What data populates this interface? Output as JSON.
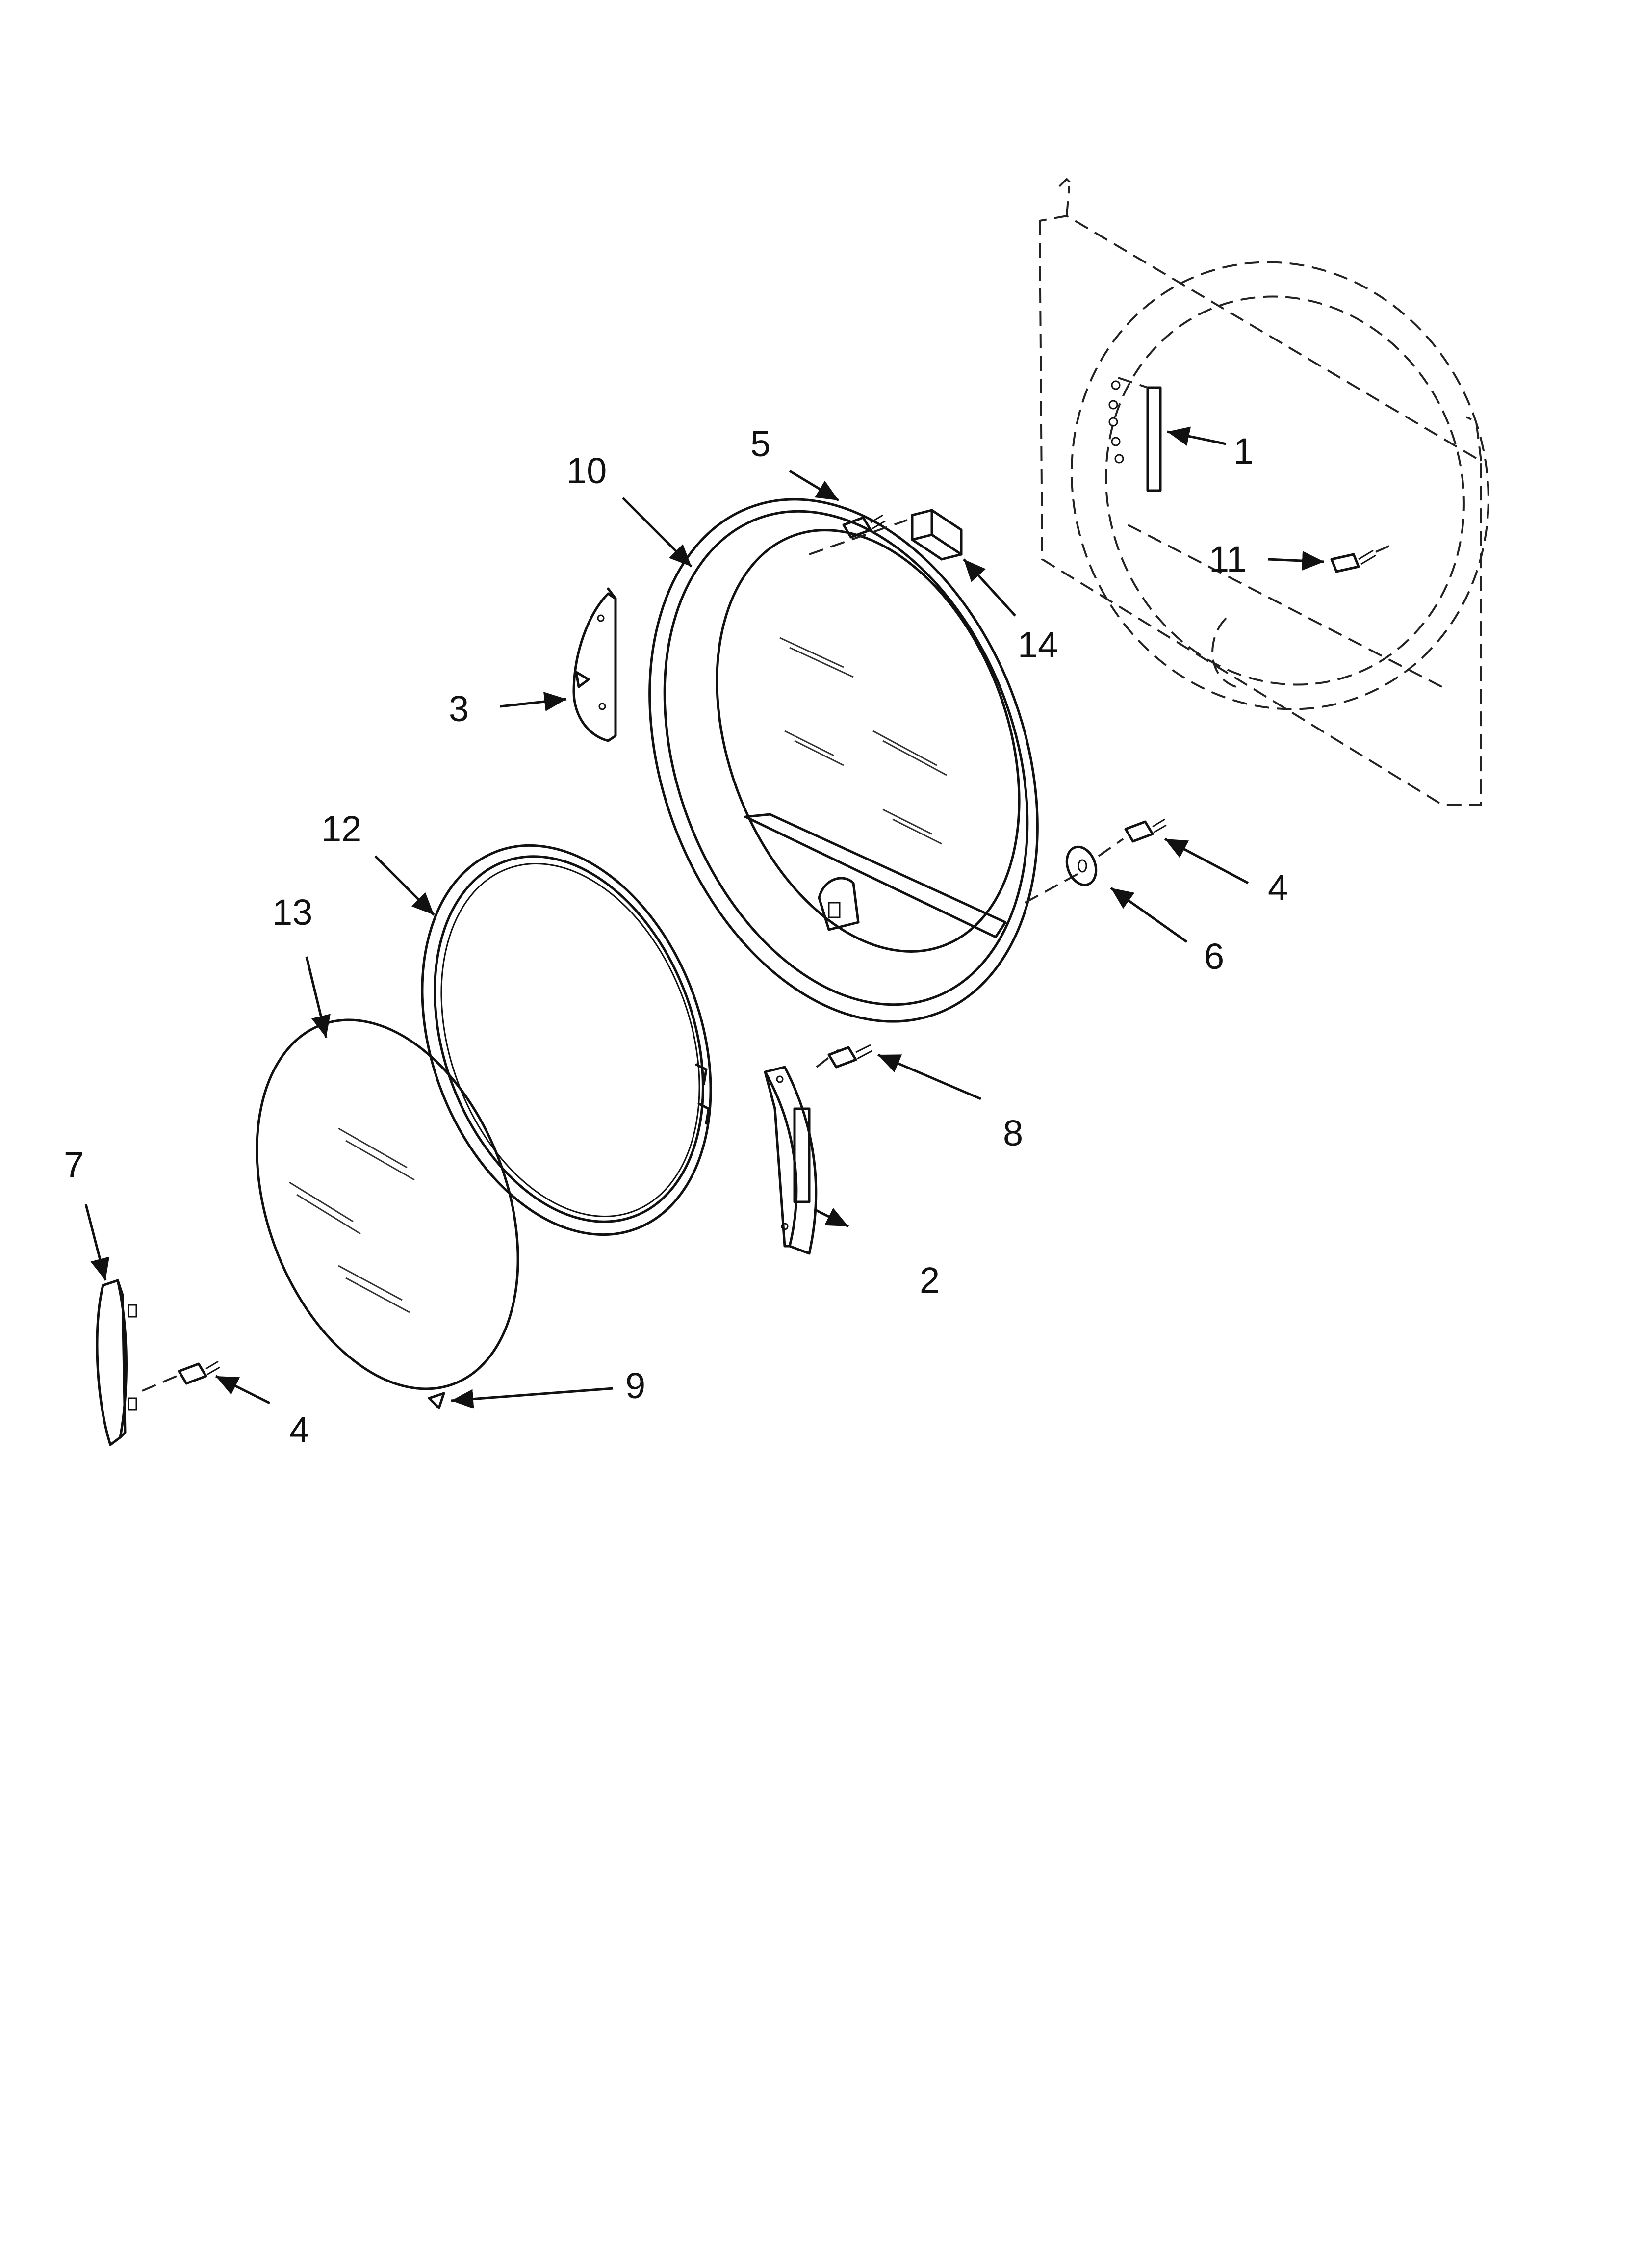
{
  "diagram": {
    "callouts": {
      "c1": "1",
      "c2": "2",
      "c3": "3",
      "c4a": "4",
      "c4b": "4",
      "c5": "5",
      "c6": "6",
      "c7": "7",
      "c8": "8",
      "c9": "9",
      "c10": "10",
      "c11": "11",
      "c12": "12",
      "c13": "13",
      "c14": "14"
    }
  }
}
